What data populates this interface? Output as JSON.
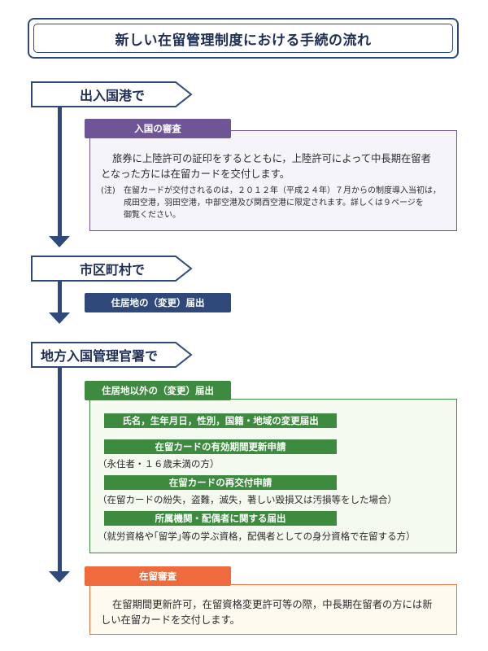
{
  "title": "新しい在留管理制度における手続の流れ",
  "stages": [
    {
      "label": "出入国港で"
    },
    {
      "label": "市区町村で"
    },
    {
      "label": "地方入国管理官署で"
    }
  ],
  "port": {
    "tag": "入国の審査",
    "body_line1": "旅券に上陸許可の証印をするとともに，上陸許可によって中長期在留者",
    "body_line2": "となった方には在留カードを交付します。",
    "note_label": "(注)",
    "note_line1": "在留カードが交付されるのは，２０１２年（平成２４年）７月からの制度導入当初は，",
    "note_line2": "成田空港，羽田空港，中部空港及び関西空港に限定されます。詳しくは９ページを",
    "note_line3": "御覧ください。"
  },
  "municipal": {
    "tag": "住居地の（変更）届出"
  },
  "office": {
    "tag": "住居地以外の（変更）届出",
    "items": [
      {
        "label": "氏名，生年月日，性別，国籍・地域の変更届出",
        "sub": ""
      },
      {
        "label": "在留カードの有効期間更新申請",
        "sub": "（永住者・１６歳未満の方）"
      },
      {
        "label": "在留カードの再交付申請",
        "sub": "（在留カードの紛失，盗難，滅失，著しい毀損又は汚損等をした場合）"
      },
      {
        "label": "所属機関・配偶者に関する届出",
        "sub": "（就労資格や｢留学｣等の学ぶ資格，配偶者としての身分資格で在留する方）"
      }
    ]
  },
  "review": {
    "tag": "在留審査",
    "body_line1": "在留期間更新許可，在留資格変更許可等の際，中長期在留者の方には新",
    "body_line2": "しい在留カードを交付します。"
  },
  "colors": {
    "navy": "#2f4a7a",
    "purple": "#6f5596",
    "purple_bg": "#f6f4fb",
    "green": "#3d8b3e",
    "green_bg": "#f5faf1",
    "orange": "#ef6a3c",
    "orange_bg": "#fffaf0"
  }
}
